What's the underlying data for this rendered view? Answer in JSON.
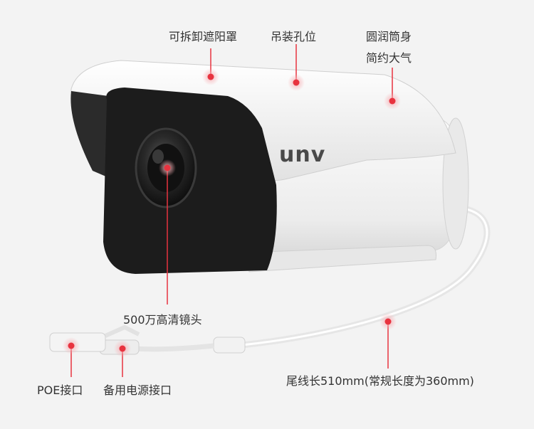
{
  "brand": {
    "logo_text": "unv"
  },
  "callouts": {
    "sunshade": "可拆卸遮阳罩",
    "mount_holes": "吊装孔位",
    "body_line1": "圆润筒身",
    "body_line2": "简约大气",
    "lens": "500万高清镜头",
    "poe": "POE接口",
    "power": "备用电源接口",
    "cable": "尾线长510mm(常规长度为360mm)"
  },
  "colors": {
    "marker": "#e8333f",
    "marker_glow": "#f7b3b8",
    "leader": "#e8333f",
    "camera_body": "#f4f4f4",
    "camera_face": "#1c1c1c",
    "background": "#f3f3f3"
  },
  "icons": [
    "callout-dot-icon"
  ]
}
